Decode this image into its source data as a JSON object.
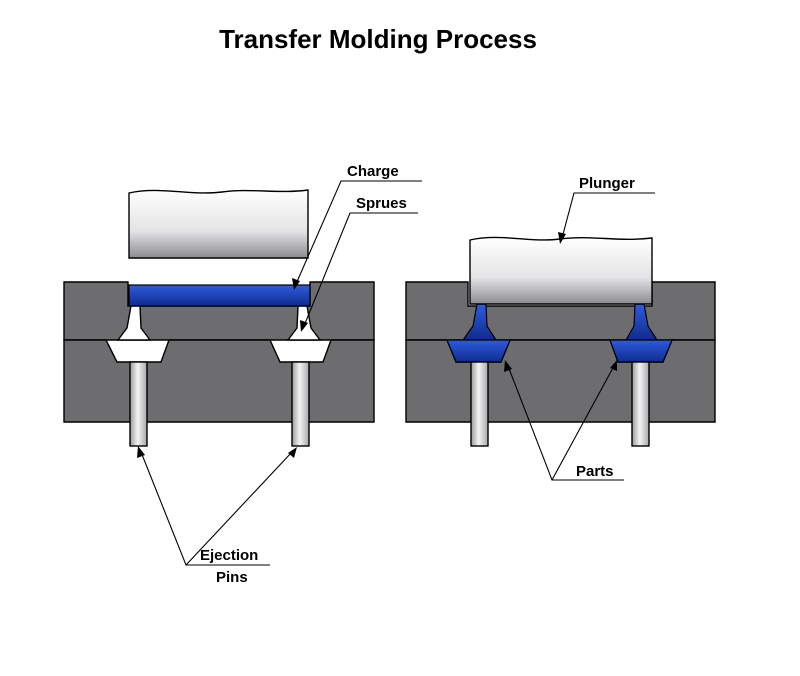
{
  "title": "Transfer Molding Process",
  "labels": {
    "charge": "Charge",
    "sprues": "Sprues",
    "plunger": "Plunger",
    "parts": "Parts",
    "ejection_line1": "Ejection",
    "ejection_line2": "Pins"
  },
  "colors": {
    "mold": "#6d6d70",
    "charge": "#1a3fb0",
    "background": "#ffffff"
  }
}
